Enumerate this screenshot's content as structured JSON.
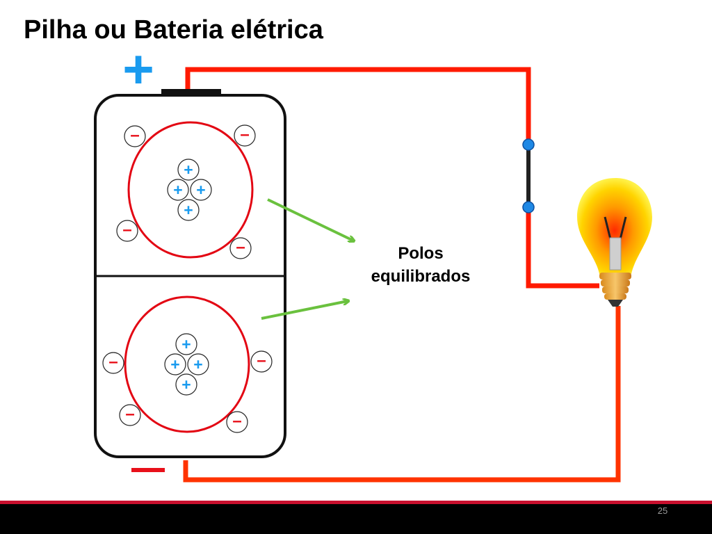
{
  "slide": {
    "title": "Pilha ou Bateria elétrica",
    "label_lines": [
      "Polos",
      "equilibrados"
    ],
    "page_number": "25"
  },
  "glyphs": {
    "positive": "+",
    "negative": "–"
  },
  "colors": {
    "wire": "#ff1a00",
    "wire_lower": "#ff3300",
    "charge_positive": "#1a9bef",
    "charge_negative": "#e8101a",
    "arrow": "#6ac13e",
    "switch_node": "#1e88e5",
    "footer_red": "#c8102e"
  }
}
